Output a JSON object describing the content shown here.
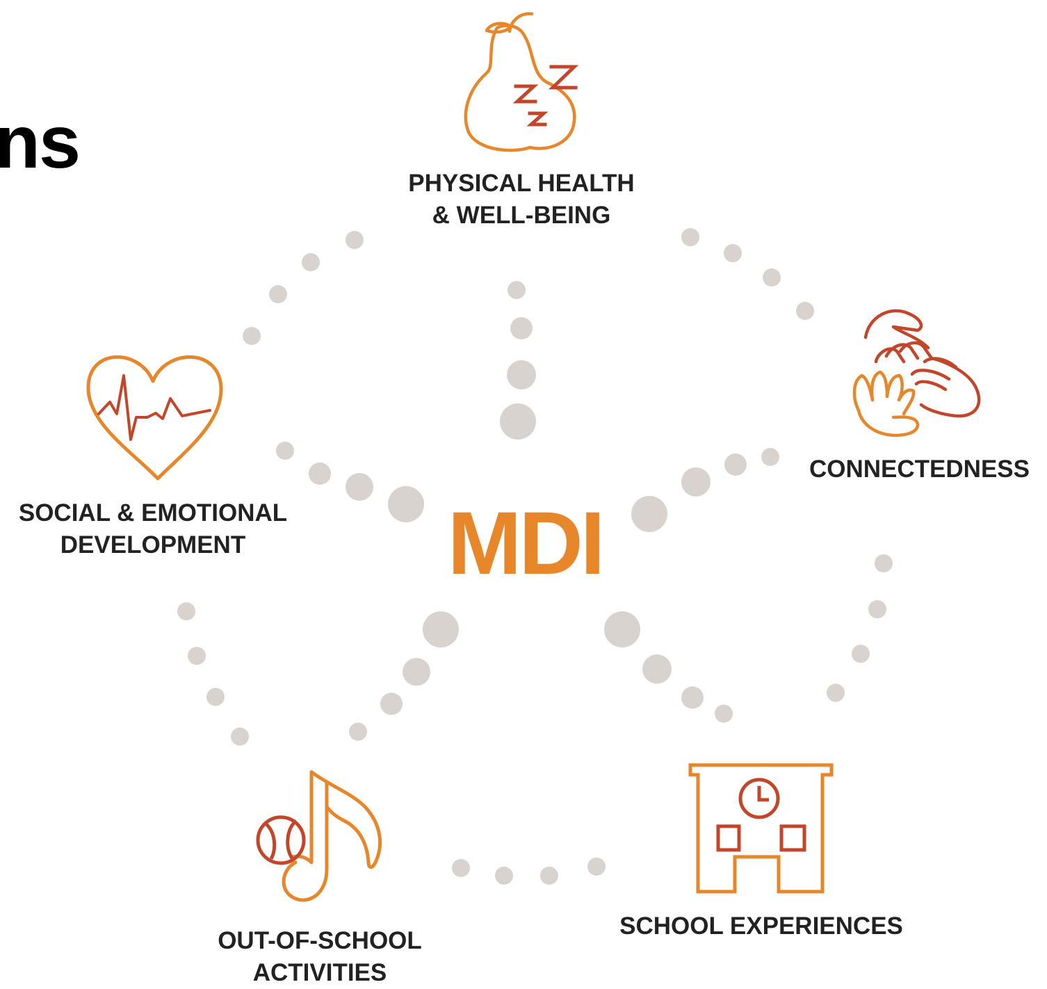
{
  "title_fragment": "ns",
  "center_label": "MDI",
  "colors": {
    "orange": "#e8862a",
    "rust": "#c4462a",
    "dot": "#d8d3ce",
    "text": "#222222"
  },
  "domains": [
    {
      "id": "physical",
      "icon": "pear-sleep-icon",
      "lines": [
        "PHYSICAL HEALTH",
        "& WELL-BEING"
      ]
    },
    {
      "id": "connectedness",
      "icon": "hands-icon",
      "lines": [
        "CONNECTEDNESS"
      ]
    },
    {
      "id": "school",
      "icon": "school-building-icon",
      "lines": [
        "SCHOOL EXPERIENCES"
      ]
    },
    {
      "id": "out-of-school",
      "icon": "music-baseball-icon",
      "lines": [
        "OUT-OF-SCHOOL",
        "ACTIVITIES"
      ]
    },
    {
      "id": "social",
      "icon": "heart-pulse-icon",
      "lines": [
        "SOCIAL & EMOTIONAL",
        "DEVELOPMENT"
      ]
    }
  ]
}
